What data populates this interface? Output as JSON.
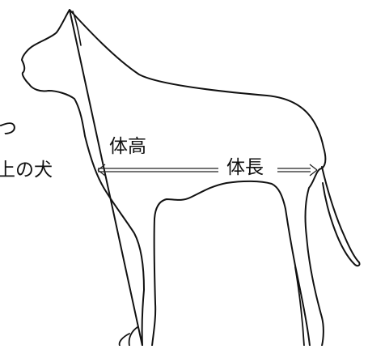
{
  "labels": {
    "height": "体高",
    "length": "体長",
    "cut_left_1": "つ",
    "cut_left_2": "上の犬"
  }
}
